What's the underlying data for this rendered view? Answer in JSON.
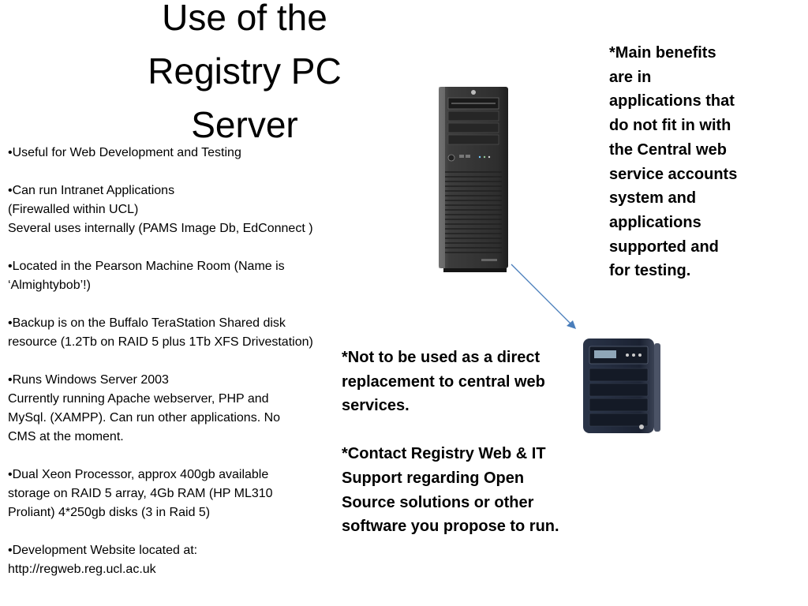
{
  "title": {
    "line1": "Use of the",
    "line2": "Registry PC",
    "line3": "Server"
  },
  "bullets": [
    {
      "lines": [
        "•Useful for Web Development and Testing"
      ]
    },
    {
      "lines": [
        "•Can run Intranet Applications",
        "(Firewalled within UCL)",
        "Several uses internally (PAMS Image Db, EdConnect )"
      ]
    },
    {
      "lines": [
        "•Located in the Pearson Machine Room (Name is",
        "‘Almightybob’!)"
      ]
    },
    {
      "lines": [
        "•Backup is on the Buffalo TeraStation Shared disk",
        "resource (1.2Tb on RAID 5 plus 1Tb XFS Drivestation)"
      ]
    },
    {
      "lines": [
        "•Runs Windows Server 2003",
        "Currently running Apache webserver, PHP and",
        "MySql. (XAMPP). Can run other applications. No",
        "CMS at the moment."
      ]
    },
    {
      "lines": [
        "•Dual Xeon Processor, approx 400gb available",
        "storage on RAID 5 array, 4Gb RAM (HP ML310",
        "Proliant) 4*250gb disks (3 in Raid 5)"
      ]
    },
    {
      "lines": [
        "•Development Website located at:",
        "http://regweb.reg.ucl.ac.uk"
      ]
    }
  ],
  "main_benefits": "*Main benefits are in applications that do not fit in with the Central web service accounts system and applications supported and for testing.",
  "notes": {
    "not_replacement": "*Not to be used as a direct replacement to central web services.",
    "contact": "*Contact Registry Web & IT Support regarding Open Source solutions or other software you propose to run."
  },
  "colors": {
    "arrow": "#4a7ebb",
    "server_body": "#3a3a3a",
    "nas_body": "#1e2533"
  },
  "icons": {
    "server": "server-tower-icon",
    "nas": "nas-storage-icon",
    "arrow": "arrow-icon"
  }
}
